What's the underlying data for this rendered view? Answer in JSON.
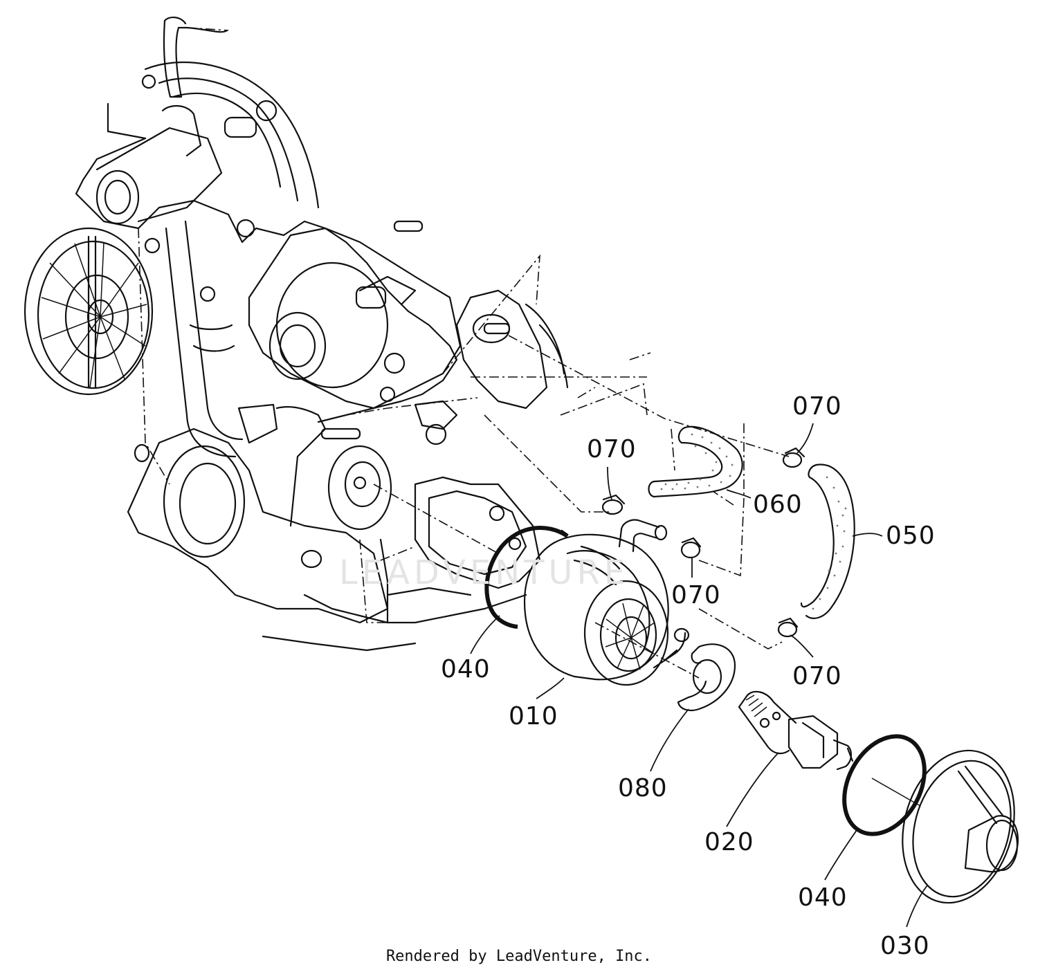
{
  "diagram": {
    "watermark_text": "LEADVENTURE",
    "labels": [
      {
        "id": "p070a",
        "text": "070"
      },
      {
        "id": "p070b",
        "text": "070"
      },
      {
        "id": "p060",
        "text": "060"
      },
      {
        "id": "p050",
        "text": "050"
      },
      {
        "id": "p070c",
        "text": "070"
      },
      {
        "id": "p070d",
        "text": "070"
      },
      {
        "id": "p040a",
        "text": "040"
      },
      {
        "id": "p010",
        "text": "010"
      },
      {
        "id": "p080",
        "text": "080"
      },
      {
        "id": "p020",
        "text": "020"
      },
      {
        "id": "p040b",
        "text": "040"
      },
      {
        "id": "p030",
        "text": "030"
      }
    ]
  },
  "footer": {
    "credit": "Rendered by LeadVenture, Inc."
  }
}
